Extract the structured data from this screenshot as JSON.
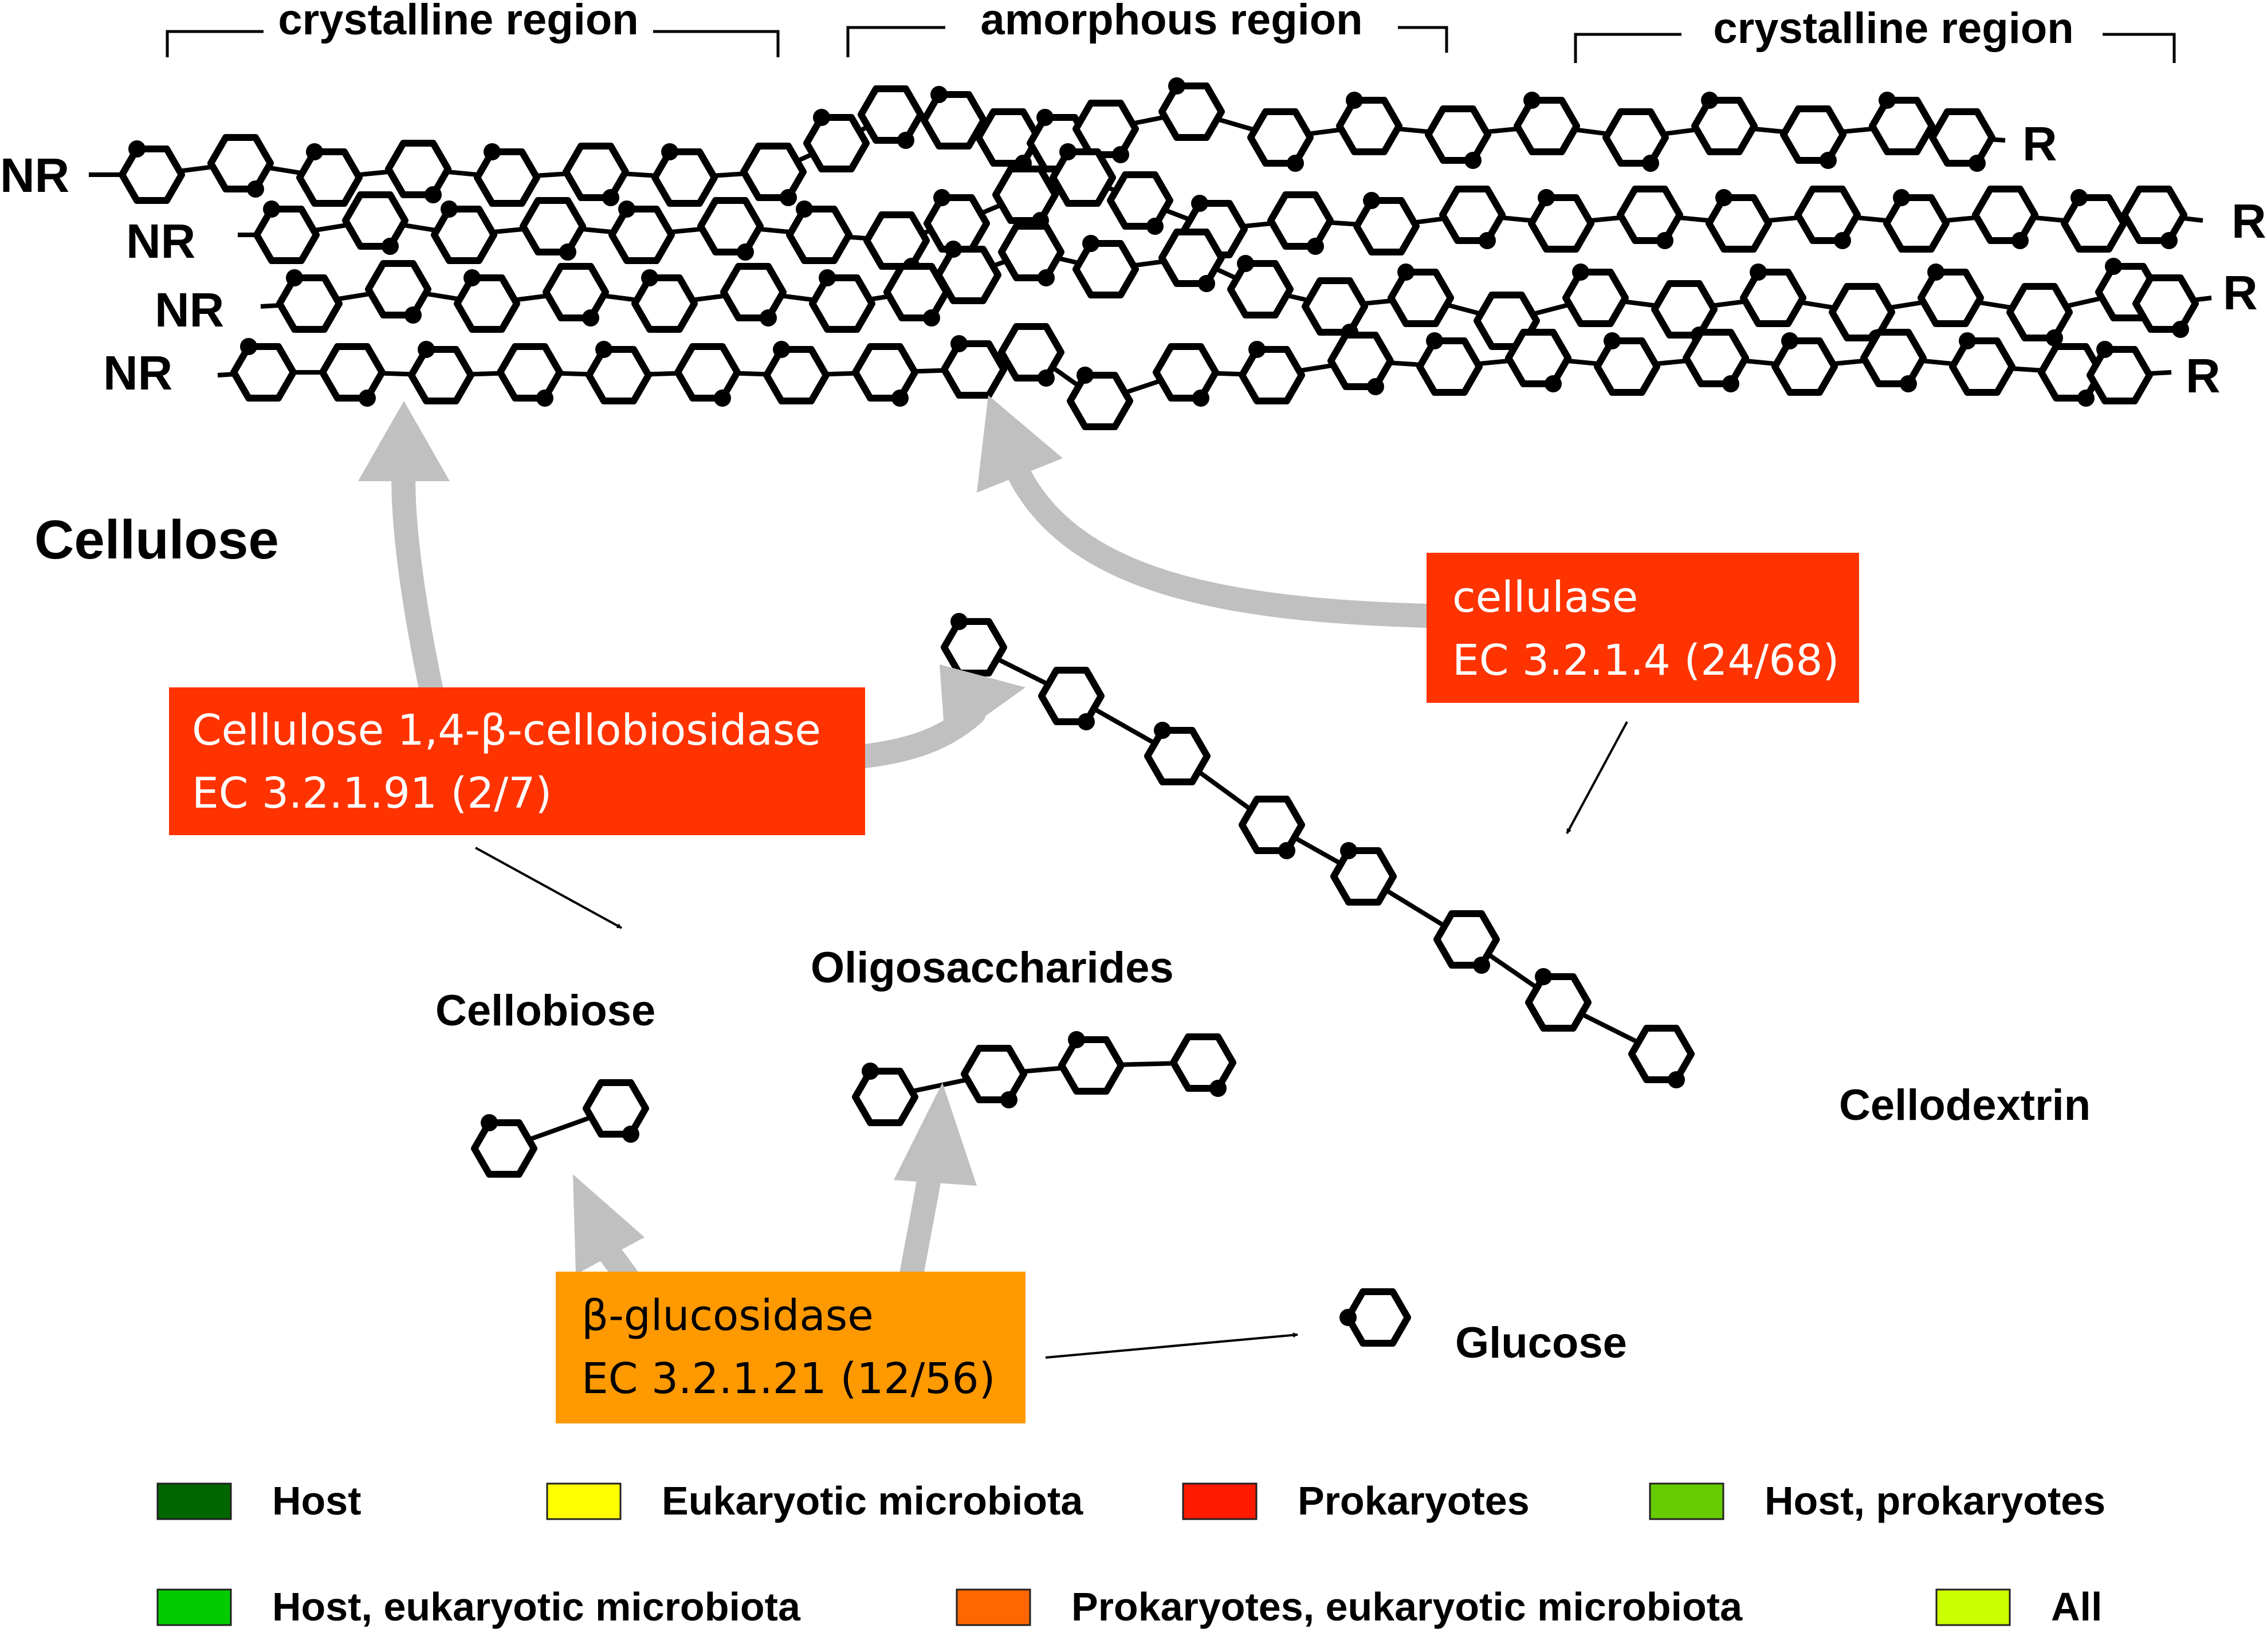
{
  "colors": {
    "prokaryote_box": "#FF3300",
    "beta_box": "#FF9900",
    "arrow_grey": "#C0C0C0",
    "ring": "#000000"
  },
  "regions": [
    {
      "label": "crystalline region"
    },
    {
      "label": "amorphous region"
    },
    {
      "label": "crystalline region"
    }
  ],
  "strands": [
    {
      "left": "NR",
      "right": "R"
    },
    {
      "left": "NR",
      "right": "R"
    },
    {
      "left": "NR",
      "right": "R"
    },
    {
      "left": "NR",
      "right": "R"
    }
  ],
  "substrate": "Cellulose",
  "products": {
    "cellobiose": "Cellobiose",
    "oligosaccharides": "Oligosaccharides",
    "cellodextrin": "Cellodextrin",
    "glucose": "Glucose"
  },
  "enzymes": {
    "cellobiosidase": {
      "name": "Cellulose 1,4-β-cellobiosidase",
      "ec": "EC 3.2.1.91 (2/7)",
      "color": "#FF3300"
    },
    "cellulase": {
      "name": "cellulase",
      "ec": "EC 3.2.1.4 (24/68)",
      "color": "#FF3300"
    },
    "glucosidase": {
      "name": "β-glucosidase",
      "ec": "EC 3.2.1.21 (12/56)",
      "color": "#FF9900"
    }
  },
  "legend": [
    {
      "label": "Host",
      "color": "#006600"
    },
    {
      "label": "Eukaryotic microbiota",
      "color": "#FFFF00"
    },
    {
      "label": "Prokaryotes",
      "color": "#FF1A00"
    },
    {
      "label": "Host, prokaryotes",
      "color": "#66CC00"
    },
    {
      "label": "Host, eukaryotic microbiota",
      "color": "#00CC00"
    },
    {
      "label": "Prokaryotes, eukaryotic microbiota",
      "color": "#FF6600"
    },
    {
      "label": "All",
      "color": "#CCFF00"
    }
  ]
}
